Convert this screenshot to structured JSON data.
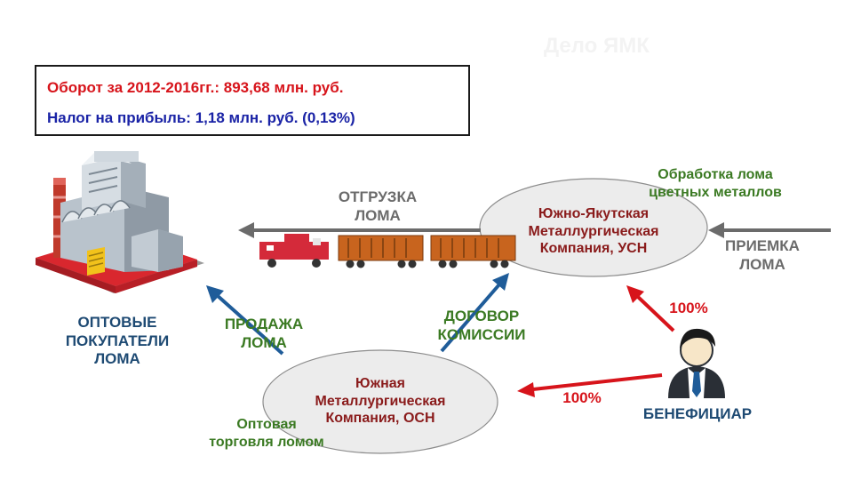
{
  "info": {
    "turnover": "Оборот за 2012-2016гг.: 893,68 млн. руб.",
    "tax": "Налог на прибыль: 1,18 млн. руб. (0,13%)"
  },
  "watermark": "Дело ЯМК",
  "buyers": {
    "line1": "ОПТОВЫЕ",
    "line2": "ПОКУПАТЕЛИ",
    "line3": "ЛОМА"
  },
  "arrows": {
    "shipment_line1": "ОТГРУЗКА",
    "shipment_line2": "ЛОМА",
    "receipt_line1": "ПРИЕМКА",
    "receipt_line2": "ЛОМА",
    "sale_line1": "ПРОДАЖА",
    "sale_line2": "ЛОМА",
    "contract_line1": "ДОГОВОР",
    "contract_line2": "КОМИССИИ",
    "share_top": "100%",
    "share_bottom": "100%"
  },
  "processing": {
    "line1": "Обработка лома",
    "line2": "цветных металлов"
  },
  "wholesale": {
    "line1": "Оптовая",
    "line2": "торговля ломом"
  },
  "company_yakut": {
    "line1": "Южно-Якутская",
    "line2": "Металлургическая",
    "line3": "Компания, УСН"
  },
  "company_south": {
    "line1": "Южная",
    "line2": "Металлургическая",
    "line3": "Компания, ОСН"
  },
  "beneficiary": {
    "label": "БЕНЕФИЦИАР"
  },
  "colors": {
    "red": "#d7141b",
    "navy_text": "#1e4a73",
    "green_text": "#3b7a23",
    "dark_red_text": "#8a1b1b",
    "gray_arrow": "#6b6b6b",
    "blue_arrow": "#1f5c99",
    "wagon": "#c8641e",
    "locomotive": "#d42a3a",
    "ellipse_fill": "#ececec"
  }
}
